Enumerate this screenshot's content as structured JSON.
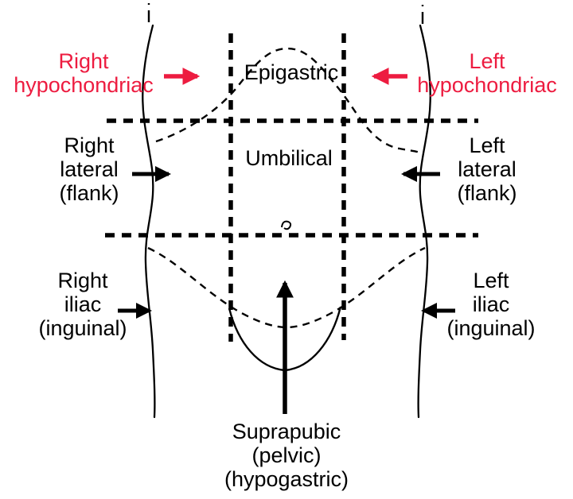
{
  "colors": {
    "accent_red": "#ed1c40",
    "ink": "#000000",
    "background": "#ffffff"
  },
  "labels": {
    "right_hypochondriac": "Right\nhypochondriac",
    "epigastric": "Epigastric",
    "left_hypochondriac": "Left\nhypochondriac",
    "right_lateral": "Right\nlateral\n(flank)",
    "umbilical": "Umbilical",
    "left_lateral": "Left\nlateral\n(flank)",
    "right_iliac": "Right\niliac\n(inguinal)",
    "left_iliac": "Left\niliac\n(inguinal)",
    "suprapubic": "Suprapubic\n(pelvic)\n(hypogastric)"
  },
  "arrows": [
    {
      "name": "right-hypochondriac-arrow",
      "direction": "right",
      "color": "#ed1c40"
    },
    {
      "name": "left-hypochondriac-arrow",
      "direction": "left",
      "color": "#ed1c40"
    },
    {
      "name": "right-lateral-arrow",
      "direction": "right",
      "color": "#000000"
    },
    {
      "name": "left-lateral-arrow",
      "direction": "left",
      "color": "#000000"
    },
    {
      "name": "right-iliac-arrow",
      "direction": "right",
      "color": "#000000"
    },
    {
      "name": "left-iliac-arrow",
      "direction": "left",
      "color": "#000000"
    },
    {
      "name": "suprapubic-arrow",
      "direction": "up",
      "color": "#000000"
    }
  ]
}
